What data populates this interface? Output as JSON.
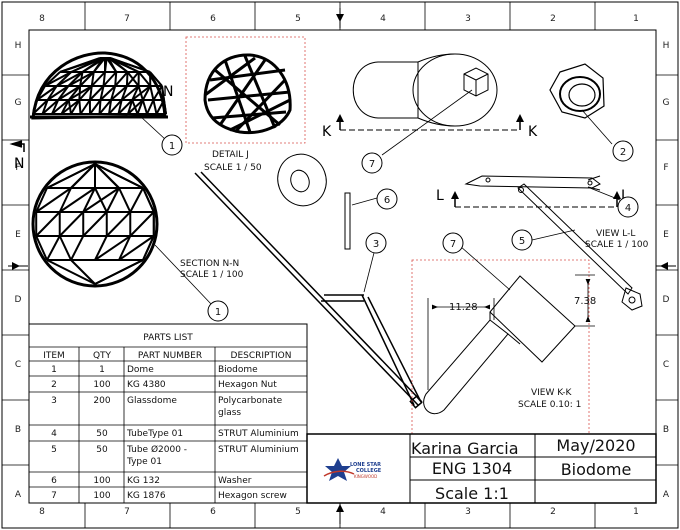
{
  "zones": {
    "top": [
      "8",
      "7",
      "6",
      "5",
      "4",
      "3",
      "2",
      "1"
    ],
    "side": [
      "H",
      "G",
      "F",
      "E",
      "D",
      "C",
      "B",
      "A"
    ]
  },
  "views": {
    "detail_j": [
      "DETAIL  J",
      "SCALE 1 / 50"
    ],
    "section_nn": [
      "SECTION N-N",
      "SCALE 1 / 100"
    ],
    "view_ll": [
      "VIEW L-L",
      "SCALE 1 / 100"
    ],
    "view_kk": [
      "VIEW K-K",
      "SCALE 0.10: 1"
    ]
  },
  "section_letters": {
    "n": "N",
    "k": "K",
    "l": "L"
  },
  "dimensions": {
    "width": "11.28",
    "height": "7.38"
  },
  "balloons": [
    "1",
    "1",
    "2",
    "3",
    "4",
    "5",
    "6",
    "7",
    "7"
  ],
  "parts_list": {
    "title": "PARTS LIST",
    "columns": [
      "ITEM",
      "QTY",
      "PART NUMBER",
      "DESCRIPTION"
    ],
    "rows": [
      {
        "item": "1",
        "qty": "1",
        "part": [
          "Dome"
        ],
        "desc": [
          "Biodome"
        ]
      },
      {
        "item": "2",
        "qty": "100",
        "part": [
          "KG 4380"
        ],
        "desc": [
          "Hexagon Nut"
        ]
      },
      {
        "item": "3",
        "qty": "200",
        "part": [
          "Glassdome"
        ],
        "desc": [
          "Polycarbonate",
          "glass"
        ]
      },
      {
        "item": "4",
        "qty": "50",
        "part": [
          "TubeType 01"
        ],
        "desc": [
          "STRUT Aluminium"
        ]
      },
      {
        "item": "5",
        "qty": "50",
        "part": [
          "Tube Ø2000 -",
          "Type 01"
        ],
        "desc": [
          "STRUT Aluminium"
        ]
      },
      {
        "item": "6",
        "qty": "100",
        "part": [
          "KG 132"
        ],
        "desc": [
          "Washer"
        ]
      },
      {
        "item": "7",
        "qty": "100",
        "part": [
          "KG 1876"
        ],
        "desc": [
          "Hexagon screw"
        ]
      }
    ]
  },
  "title_block": {
    "author": "Karina Garcia",
    "course": "ENG 1304",
    "scale": "Scale 1:1",
    "date": "May/2020",
    "title": "Biodome",
    "logo_main": "LONE STAR",
    "logo_mid": "COLLEGE",
    "logo_sub": "KINGWOOD"
  },
  "colors": {
    "line": "#000000",
    "detail_boundary": "#d9534f",
    "logo_blue": "#1f3f8f",
    "logo_red": "#c0392b"
  }
}
